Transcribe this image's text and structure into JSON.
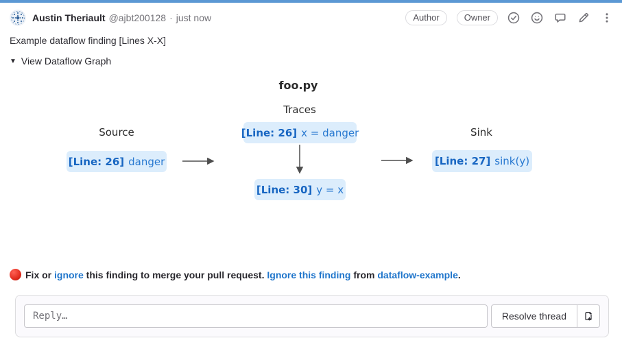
{
  "colors": {
    "top_bar": "#5b98d4",
    "link_blue": "#1f75cb",
    "node_background": "#dcedfc",
    "node_text_bold": "#1866c2",
    "node_text": "#2778d0",
    "status_dot": "#e02b1d"
  },
  "header": {
    "author_name": "Austin Theriault",
    "author_username": "@ajbt200128",
    "separator": "·",
    "timestamp": "just now",
    "badges": [
      {
        "label": "Author"
      },
      {
        "label": "Owner"
      }
    ],
    "icons": [
      {
        "name": "approve-check-icon"
      },
      {
        "name": "emoji-reaction-icon"
      },
      {
        "name": "comment-icon"
      },
      {
        "name": "edit-icon"
      },
      {
        "name": "more-options-icon"
      }
    ]
  },
  "comment": {
    "body": "Example dataflow finding [Lines X-X]",
    "toggle_icon": "▼",
    "toggle_label": "View Dataflow Graph"
  },
  "graph": {
    "title": "foo.py",
    "column_labels": {
      "source": "Source",
      "traces": "Traces",
      "sink": "Sink"
    },
    "nodes": [
      {
        "id": "source",
        "line_label": "[Line: 26]",
        "code": "danger"
      },
      {
        "id": "trace1",
        "line_label": "[Line: 26]",
        "code": "x = danger"
      },
      {
        "id": "trace2",
        "line_label": "[Line: 30]",
        "code": "y = x"
      },
      {
        "id": "sink",
        "line_label": "[Line: 27]",
        "code": "sink(y)"
      }
    ],
    "edges": [
      {
        "from": "[Line: 26] danger",
        "to": "[Line: 26] x = danger"
      },
      {
        "from": "[Line: 26] x = danger",
        "to": "[Line: 30] y = x"
      },
      {
        "from": "[Line: 30] y = x",
        "to": "[Line: 27] sink(y)"
      }
    ]
  },
  "notice": {
    "status_icon": "red-circle",
    "text_fix_or": "Fix or ",
    "link_ignore": "ignore",
    "text_middle": " this finding to merge your pull request. ",
    "link_ignore_finding": "Ignore this finding",
    "text_from": " from ",
    "link_project": "dataflow-example",
    "text_period": "."
  },
  "reply": {
    "placeholder": "Reply…",
    "resolve_button_label": "Resolve thread",
    "icon_button": "create-issue-icon"
  }
}
